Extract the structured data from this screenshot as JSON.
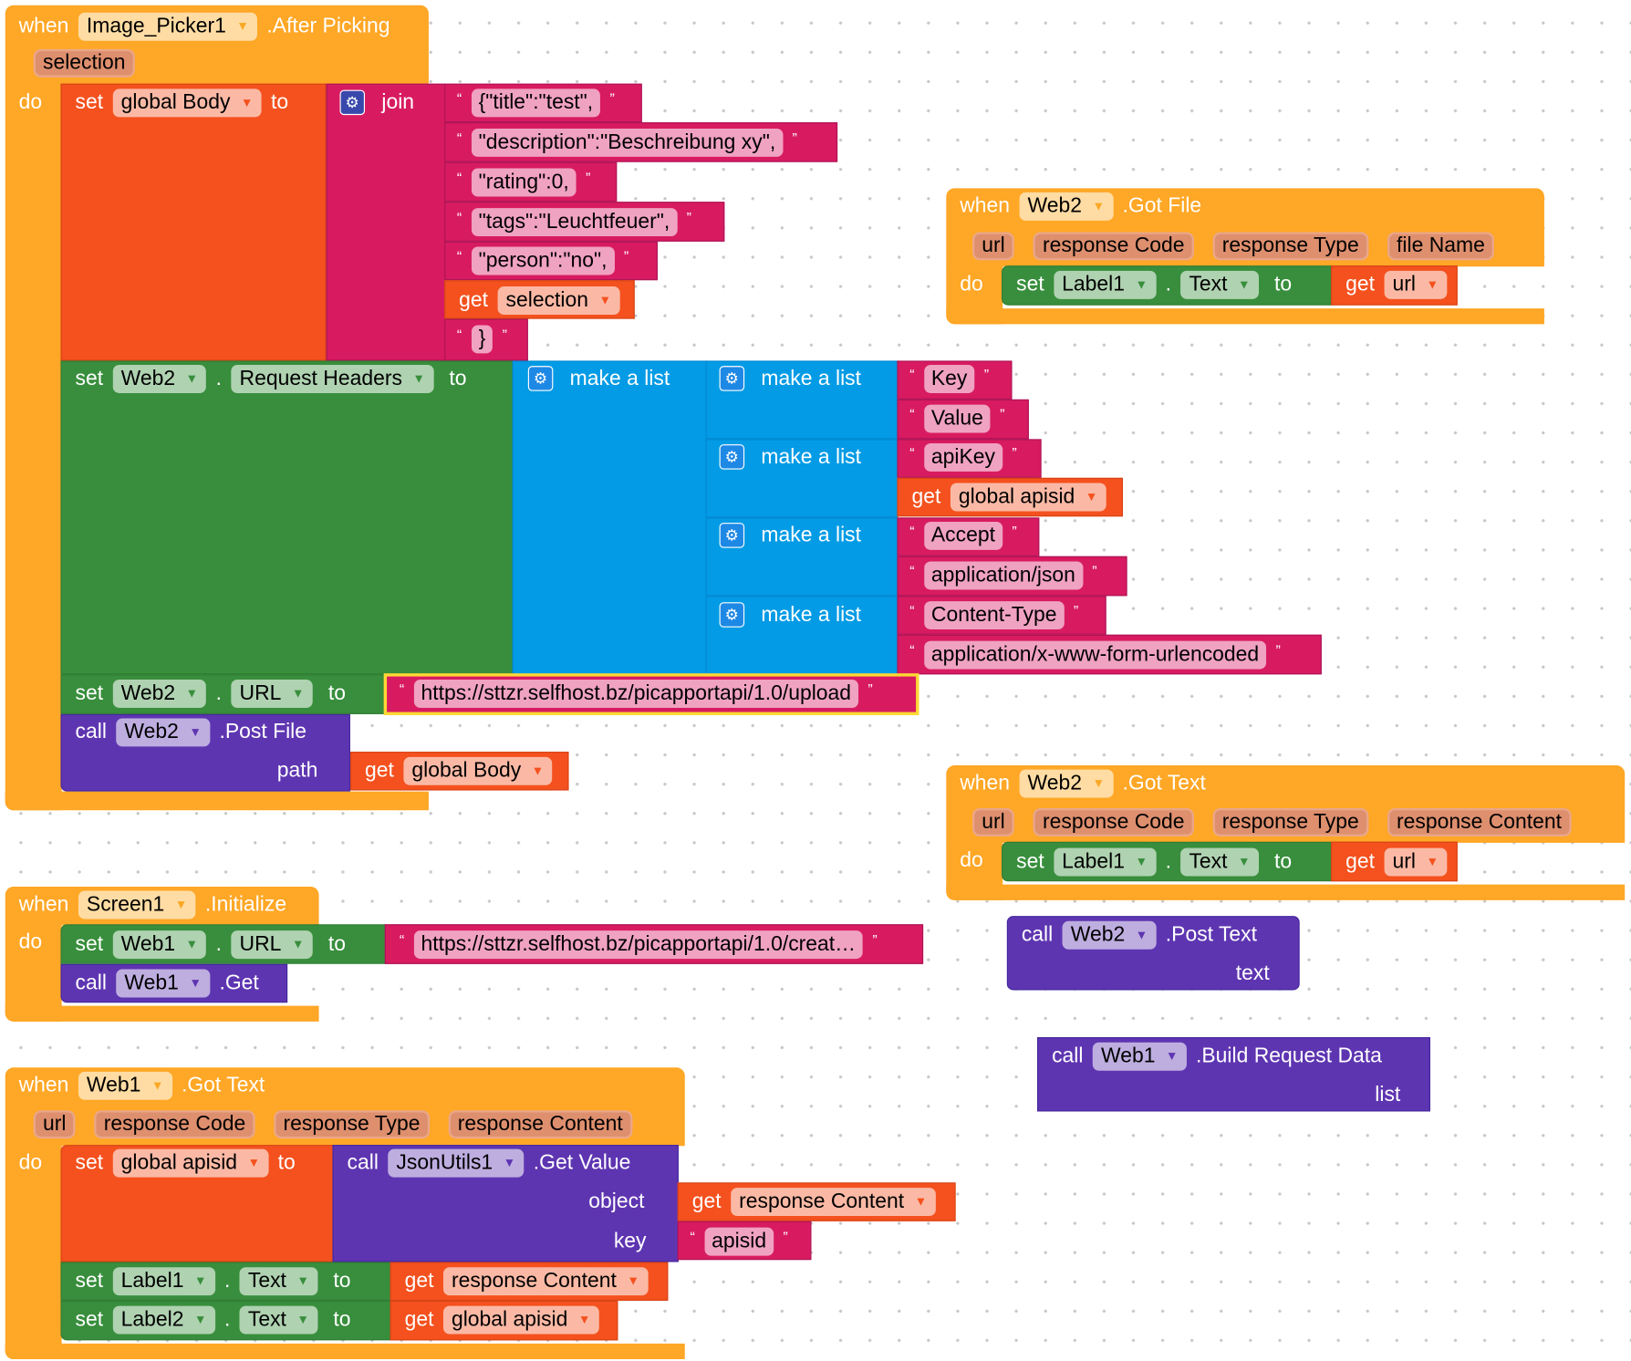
{
  "kw": {
    "when": "when",
    "do": "do",
    "set": "set",
    "to": "to",
    "get": "get",
    "call": "call",
    "join": "join",
    "make_list": "make a list",
    "dot": ".",
    "oq": "“",
    "cq": "”"
  },
  "after_picking": {
    "component": "Image_Picker1",
    "event": ".After Picking",
    "param": "selection",
    "set_var": "global Body",
    "join_items": [
      "{\"title\":\"test\",",
      "\"description\":\"Beschreibung xy\",",
      "\"rating\":0,",
      "\"tags\":\"Leuchtfeuer\",",
      "\"person\":\"no\","
    ],
    "join_get": "selection",
    "join_last": "}",
    "headers_component": "Web2",
    "headers_prop": "Request Headers",
    "pairs": [
      {
        "k": "Key",
        "v": "Value"
      },
      {
        "k": "apiKey",
        "v_get": "global apisid"
      },
      {
        "k": "Accept",
        "v": "application/json"
      },
      {
        "k": "Content-Type",
        "v": "application/x-www-form-urlencoded"
      }
    ],
    "url_component": "Web2",
    "url_prop": "URL",
    "url_value": "https://sttzr.selfhost.bz/picapportapi/1.0/upload",
    "call_component": "Web2",
    "call_method": ".Post File",
    "path_label": "path",
    "path_get": "global Body"
  },
  "got_file": {
    "component": "Web2",
    "event": ".Got File",
    "params": [
      "url",
      "response Code",
      "response Type",
      "file Name"
    ],
    "set_component": "Label1",
    "set_prop": "Text",
    "get": "url"
  },
  "got_text2": {
    "component": "Web2",
    "event": ".Got Text",
    "params": [
      "url",
      "response Code",
      "response Type",
      "response Content"
    ],
    "set_component": "Label1",
    "set_prop": "Text",
    "get": "url"
  },
  "post_text": {
    "component": "Web2",
    "method": ".Post Text",
    "arg": "text"
  },
  "build_req": {
    "component": "Web1",
    "method": ".Build Request Data",
    "arg": "list"
  },
  "screen_init": {
    "component": "Screen1",
    "event": ".Initialize",
    "url_component": "Web1",
    "url_prop": "URL",
    "url_value": "https://sttzr.selfhost.bz/picapportapi/1.0/creat…",
    "call_component": "Web1",
    "call_method": ".Get"
  },
  "got_text1": {
    "component": "Web1",
    "event": ".Got Text",
    "params": [
      "url",
      "response Code",
      "response Type",
      "response Content"
    ],
    "set_var": "global apisid",
    "call_component": "JsonUtils1",
    "call_method": ".Get Value",
    "object_label": "object",
    "object_get": "response Content",
    "key_label": "key",
    "key_value": "apisid",
    "set1_component": "Label1",
    "set1_prop": "Text",
    "set1_get": "response Content",
    "set2_component": "Label2",
    "set2_prop": "Text",
    "set2_get": "global apisid"
  }
}
